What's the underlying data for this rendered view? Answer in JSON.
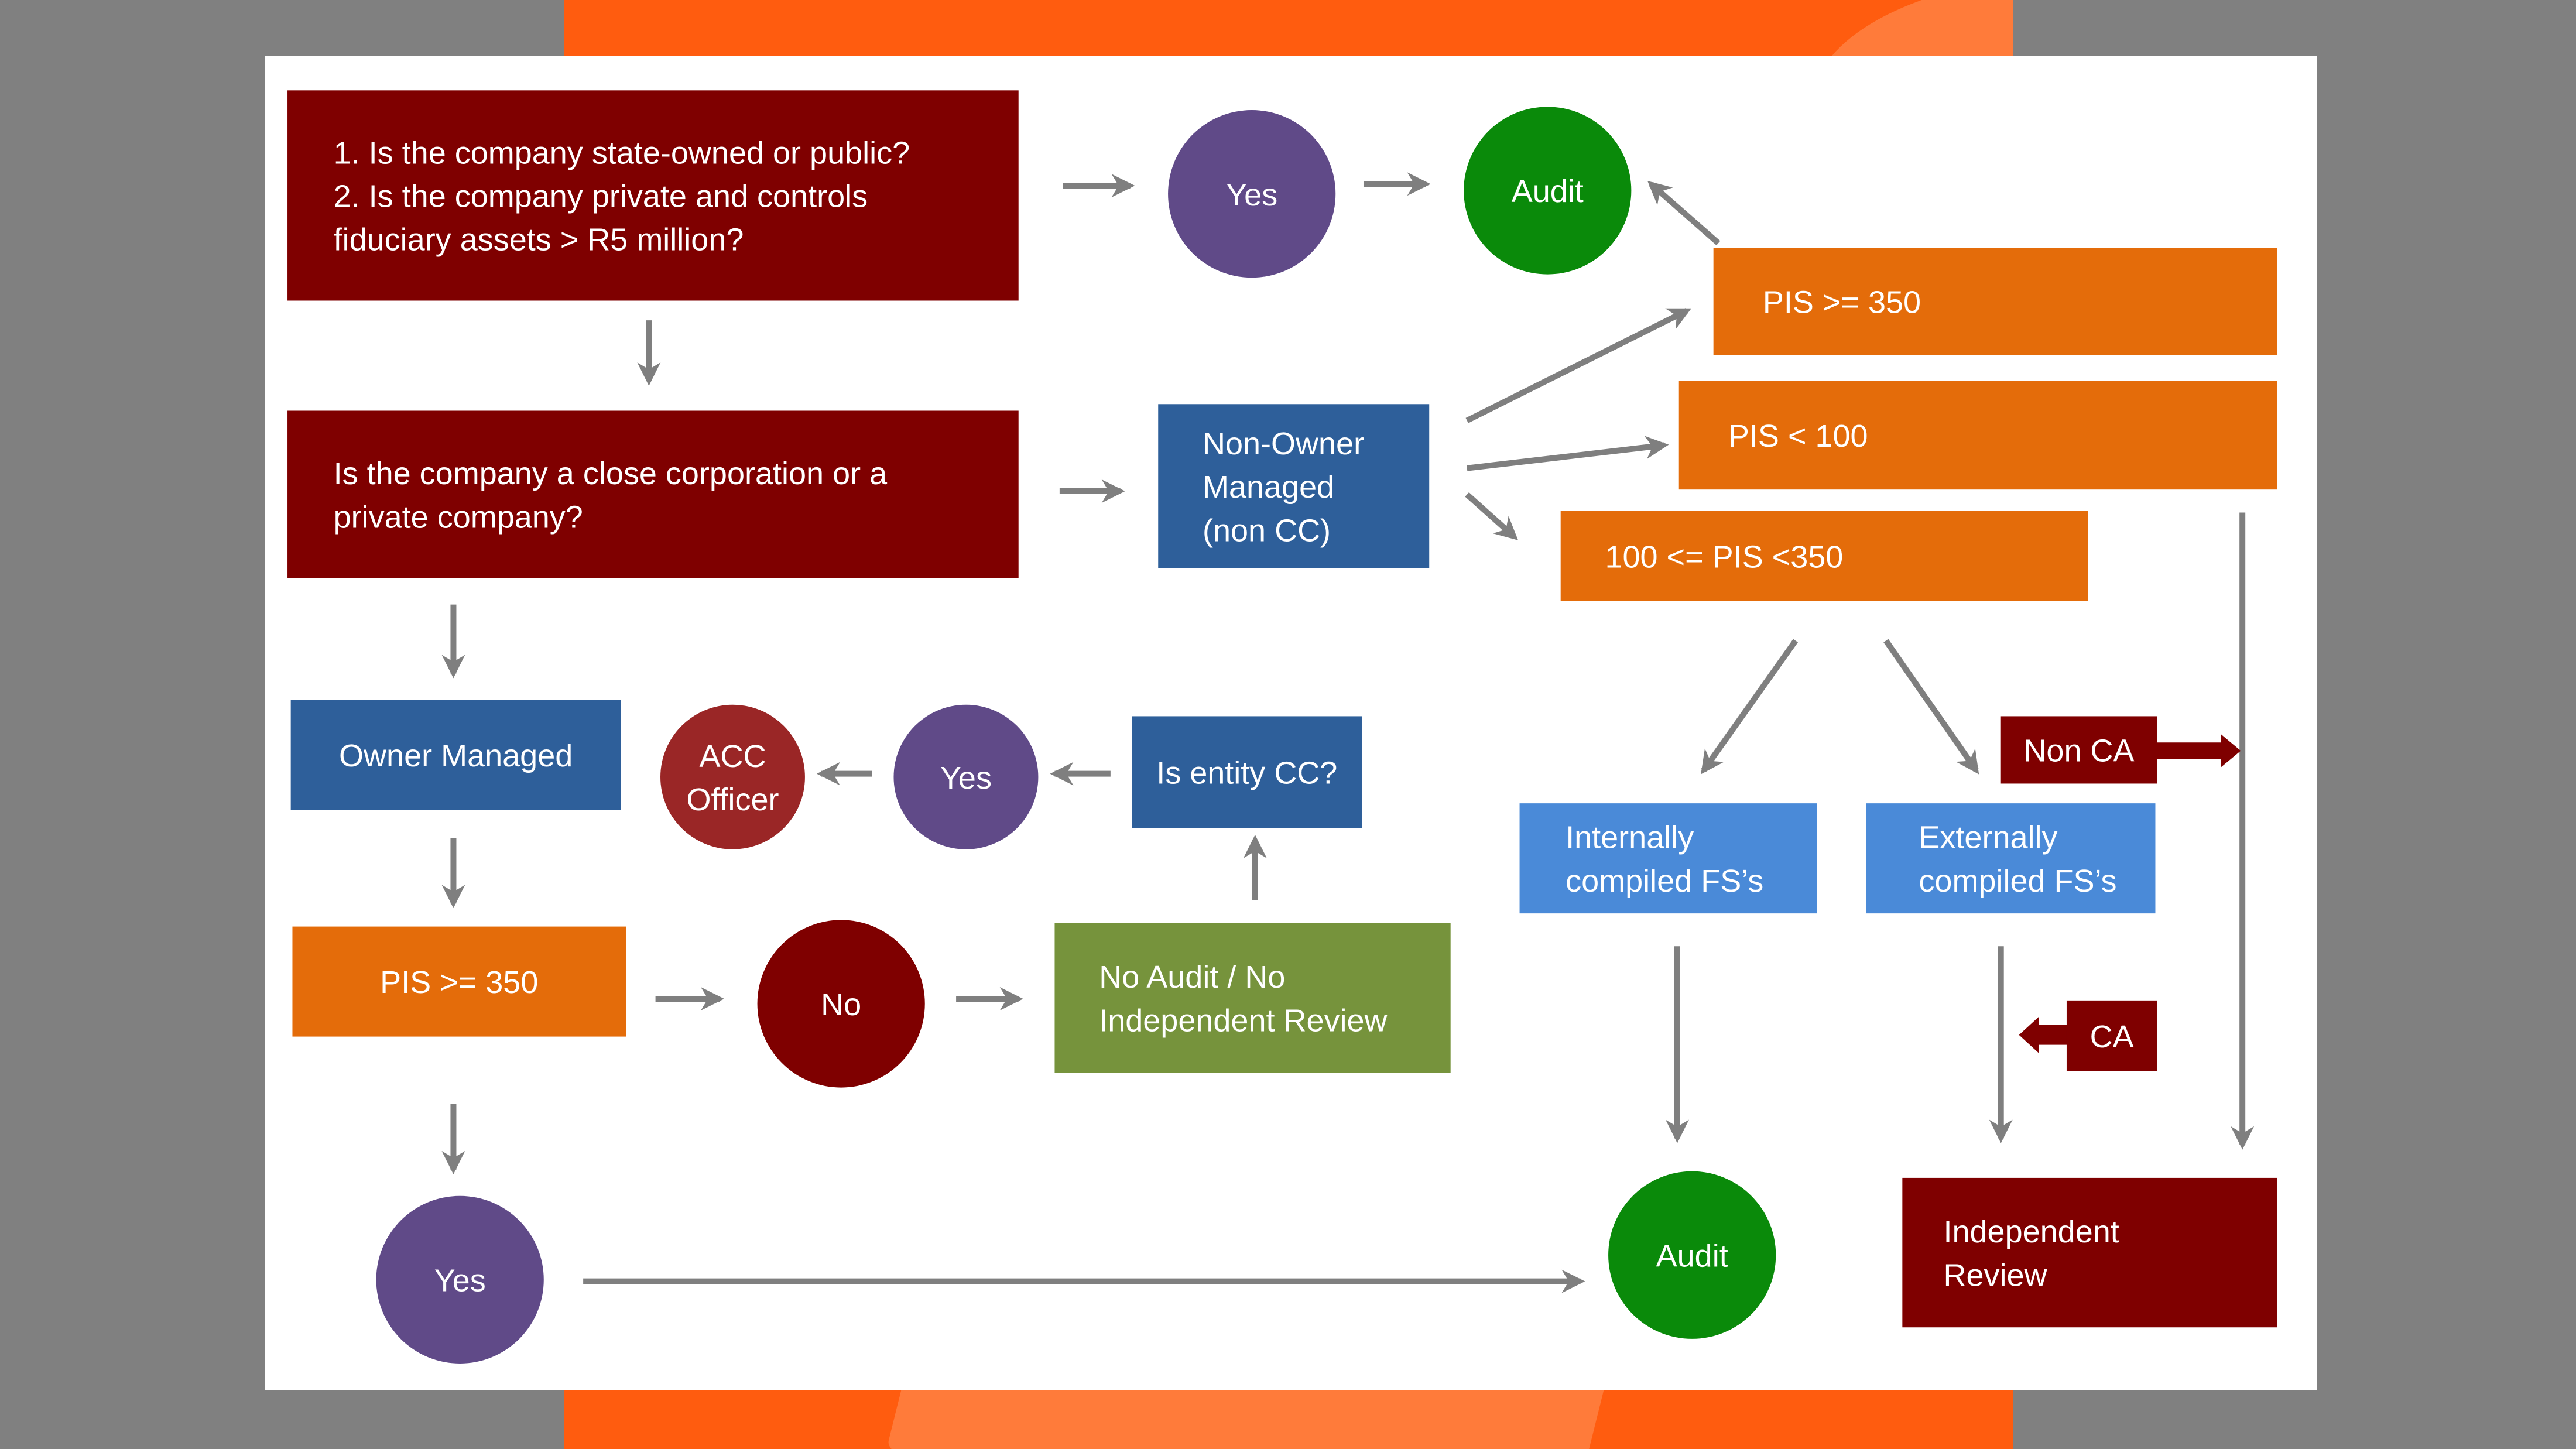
{
  "colors": {
    "maroon": "#7f0000",
    "purple": "#604a88",
    "green": "#0a8a0a",
    "orange": "#e46c0a",
    "dark_blue": "#2e5f9a",
    "light_blue": "#4a8ad8",
    "acc_red": "#9a2626",
    "olive": "#76933c",
    "arrow_gray": "#7f7f7f",
    "background_gray": "#808080",
    "band_orange": "#ff5c0f"
  },
  "nodes": {
    "q1": {
      "lines": [
        "1.   Is the company state-owned or public?",
        "2.   Is the company private and controls",
        "      fiduciary assets > R5 million?"
      ],
      "shape": "rectangle",
      "color": "maroon"
    },
    "q2": {
      "lines": [
        "Is the company a close corporation or a",
        "private company?"
      ],
      "shape": "rectangle",
      "color": "maroon"
    },
    "yes_top": {
      "label": "Yes",
      "shape": "circle",
      "color": "purple"
    },
    "audit_top": {
      "label": "Audit",
      "shape": "circle",
      "color": "green"
    },
    "non_owner": {
      "lines": [
        "Non-Owner",
        "Managed",
        "(non CC)"
      ],
      "shape": "rectangle",
      "color": "dark_blue"
    },
    "pis_ge_350_right": {
      "label": "PIS >= 350",
      "shape": "rectangle",
      "color": "orange"
    },
    "pis_lt_100": {
      "label": "PIS < 100",
      "shape": "rectangle",
      "color": "orange"
    },
    "pis_mid": {
      "label": "100 <= PIS <350",
      "shape": "rectangle",
      "color": "orange"
    },
    "owner_managed": {
      "label": "Owner Managed",
      "shape": "rectangle",
      "color": "dark_blue"
    },
    "acc_officer": {
      "lines": [
        "ACC",
        "Officer"
      ],
      "shape": "circle",
      "color": "acc_red"
    },
    "yes_mid": {
      "label": "Yes",
      "shape": "circle",
      "color": "purple"
    },
    "is_entity_cc": {
      "label": "Is entity CC?",
      "shape": "rectangle",
      "color": "dark_blue"
    },
    "internally": {
      "lines": [
        "Internally",
        "compiled FS’s"
      ],
      "shape": "rectangle",
      "color": "light_blue"
    },
    "externally": {
      "lines": [
        "Externally",
        "compiled FS’s"
      ],
      "shape": "rectangle",
      "color": "light_blue"
    },
    "non_ca": {
      "label": "Non CA",
      "shape": "rectangle",
      "color": "maroon"
    },
    "ca": {
      "label": "CA",
      "shape": "rectangle",
      "color": "maroon"
    },
    "pis_ge_350_left": {
      "label": "PIS >= 350",
      "shape": "rectangle",
      "color": "orange"
    },
    "no": {
      "label": "No",
      "shape": "circle",
      "color": "maroon"
    },
    "no_audit": {
      "lines": [
        "No Audit / No",
        "Independent Review"
      ],
      "shape": "rectangle",
      "color": "olive"
    },
    "yes_bottom": {
      "label": "Yes",
      "shape": "circle",
      "color": "purple"
    },
    "audit_bottom": {
      "label": "Audit",
      "shape": "circle",
      "color": "green"
    },
    "independent_review": {
      "lines": [
        "Independent",
        "Review"
      ],
      "shape": "rectangle",
      "color": "maroon"
    }
  },
  "edges": [
    {
      "from": "q1",
      "to": "yes_top"
    },
    {
      "from": "yes_top",
      "to": "audit_top"
    },
    {
      "from": "pis_ge_350_right",
      "to": "audit_top"
    },
    {
      "from": "q1",
      "to": "q2"
    },
    {
      "from": "q2",
      "to": "non_owner"
    },
    {
      "from": "non_owner",
      "to": "pis_ge_350_right"
    },
    {
      "from": "non_owner",
      "to": "pis_lt_100"
    },
    {
      "from": "non_owner",
      "to": "pis_mid"
    },
    {
      "from": "q2",
      "to": "owner_managed"
    },
    {
      "from": "is_entity_cc",
      "to": "yes_mid"
    },
    {
      "from": "yes_mid",
      "to": "acc_officer"
    },
    {
      "from": "owner_managed",
      "to": "pis_ge_350_left"
    },
    {
      "from": "pis_ge_350_left",
      "to": "no"
    },
    {
      "from": "no",
      "to": "no_audit"
    },
    {
      "from": "no_audit",
      "to": "is_entity_cc"
    },
    {
      "from": "pis_ge_350_left",
      "to": "yes_bottom"
    },
    {
      "from": "yes_bottom",
      "to": "audit_bottom"
    },
    {
      "from": "pis_mid",
      "to": "internally"
    },
    {
      "from": "pis_mid",
      "to": "externally"
    },
    {
      "from": "internally",
      "to": "audit_bottom"
    },
    {
      "from": "externally",
      "to": "independent_review",
      "label_node": "ca"
    },
    {
      "from": "externally",
      "to": "independent_review",
      "label_node": "non_ca"
    },
    {
      "from": "pis_lt_100",
      "to": "independent_review"
    }
  ]
}
